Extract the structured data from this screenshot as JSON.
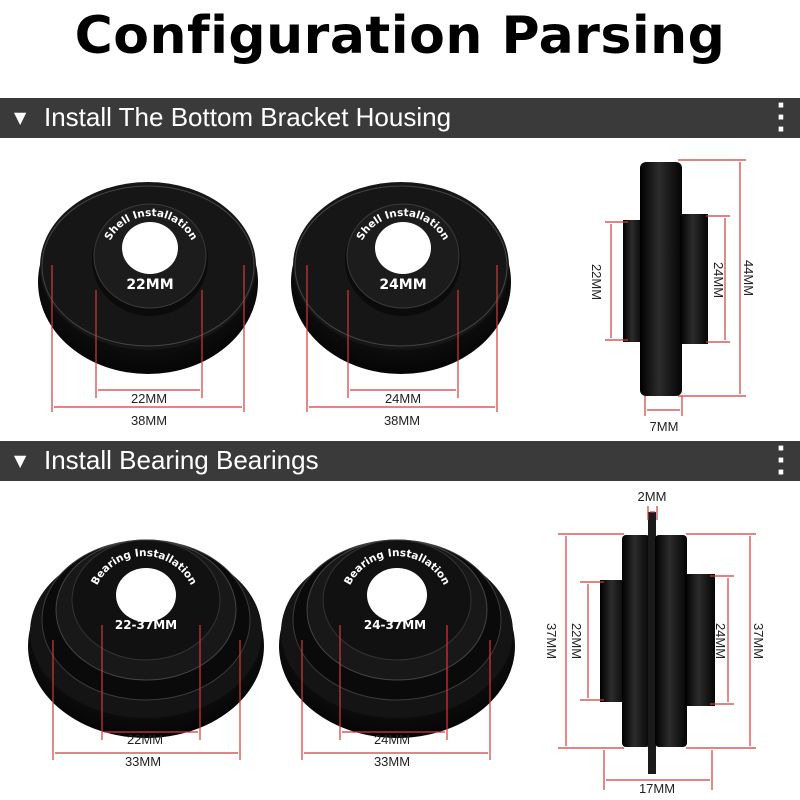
{
  "title": "Configuration Parsing",
  "section1": {
    "label": "Install The Bottom Bracket Housing",
    "arc_text": "Shell Installation",
    "left": {
      "center_label": "22MM",
      "inner_dim": "22MM",
      "outer_dim": "38MM"
    },
    "middle": {
      "center_label": "24MM",
      "inner_dim": "24MM",
      "outer_dim": "38MM"
    },
    "side": {
      "left_dim": "22MM",
      "right_dim": "24MM",
      "height_dim": "44MM",
      "width_dim": "7MM"
    }
  },
  "section2": {
    "label": "Install Bearing Bearings",
    "arc_text": "Bearing Installation",
    "left": {
      "center_label": "22-37MM",
      "inner_dim": "22MM",
      "outer_dim": "33MM"
    },
    "middle": {
      "center_label": "24-37MM",
      "inner_dim": "24MM",
      "outer_dim": "33MM"
    },
    "side": {
      "top_dim": "2MM",
      "outer_left_dim": "37MM",
      "inner_left_dim": "22MM",
      "inner_right_dim": "24MM",
      "outer_right_dim": "37MM",
      "width_dim": "17MM"
    }
  },
  "icons": {
    "collapse": "triangle-down-icon",
    "menu": "vertical-dots-icon"
  },
  "colors": {
    "bar": "#3a3a3a",
    "dimension_line": "#d23a3a",
    "part": "#111111"
  }
}
